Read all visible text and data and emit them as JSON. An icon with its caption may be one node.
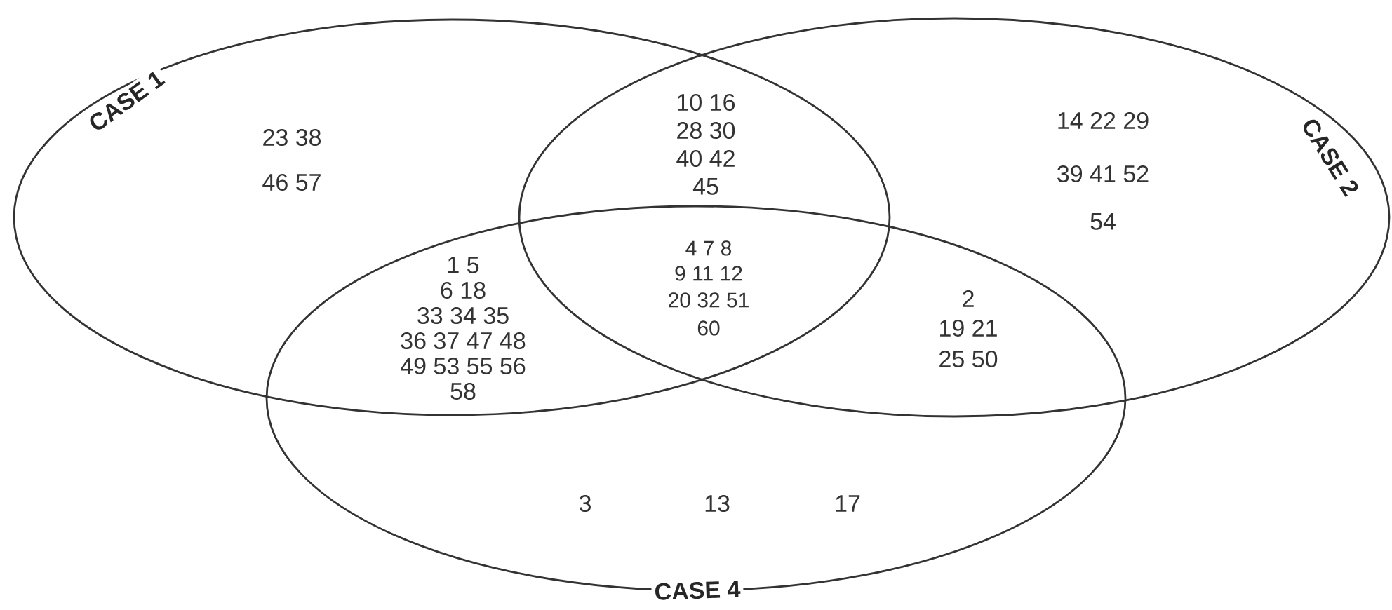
{
  "diagram": {
    "nodes": [
      {
        "text": [
          "CASE 1"
        ]
      },
      {
        "text": [
          "CASE 2"
        ]
      },
      {
        "text": [
          "CASE 4"
        ]
      }
    ],
    "labels": [
      "23 38",
      "46 57",
      "10 16",
      "28 30",
      "40 42",
      "45",
      "14 22 29",
      "39 41 52",
      "54",
      "4 7 8",
      "9 11 12",
      "20 32 51",
      "60",
      "1 5",
      "6 18",
      "33 34 35",
      "36 37 47 48",
      "49 53 55 56",
      "58",
      "2",
      "19 21",
      "25 50",
      "3",
      "13",
      "17"
    ]
  }
}
